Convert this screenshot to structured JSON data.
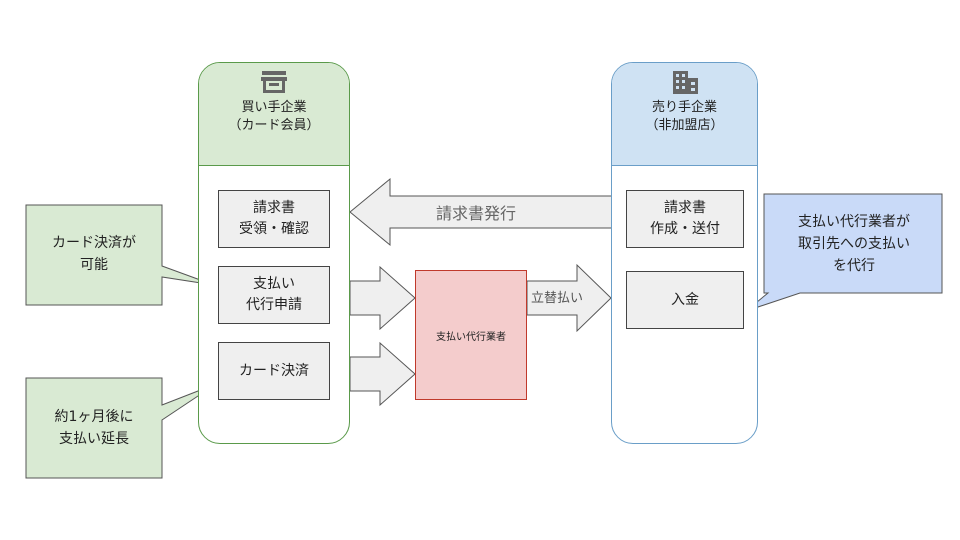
{
  "buyer": {
    "name": "買い手企業\n（カード会員）",
    "icon": "store-icon",
    "color": "#d9ead3",
    "steps": [
      {
        "label": "請求書\n受領・確認"
      },
      {
        "label": "支払い\n代行申請"
      },
      {
        "label": "カード決済"
      }
    ]
  },
  "seller": {
    "name": "売り手企業\n（非加盟店）",
    "icon": "building-icon",
    "color": "#cfe2f3",
    "steps": [
      {
        "label": "請求書\n作成・送付"
      },
      {
        "label": "入金"
      }
    ]
  },
  "agency": {
    "label": "支払い代行業者",
    "color": "#f4cccc"
  },
  "arrows": {
    "invoice_issue": "請求書発行",
    "advance_payment": "立替払い"
  },
  "notes": [
    {
      "text": "カード決済が\n可能",
      "color": "#d9ead3"
    },
    {
      "text": "約1ヶ月後に\n支払い延長",
      "color": "#d9ead3"
    },
    {
      "text": "支払い代行業者が\n取引先への支払い\nを代行",
      "color": "#c9daf8"
    }
  ]
}
